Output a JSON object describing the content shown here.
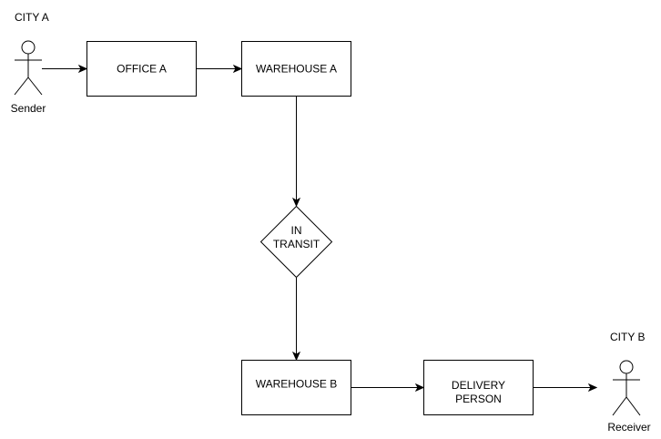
{
  "regions": {
    "city_a": "CITY A",
    "city_b": "CITY B"
  },
  "actors": {
    "sender": "Sender",
    "receiver": "Receiver"
  },
  "nodes": {
    "office_a": "OFFICE A",
    "warehouse_a": "WAREHOUSE A",
    "in_transit": [
      "IN",
      "TRANSIT"
    ],
    "warehouse_b": "WAREHOUSE B",
    "delivery_person": [
      "DELIVERY",
      "PERSON"
    ]
  },
  "colors": {
    "stroke": "#000000",
    "fill": "#ffffff",
    "background": "#ffffff"
  }
}
